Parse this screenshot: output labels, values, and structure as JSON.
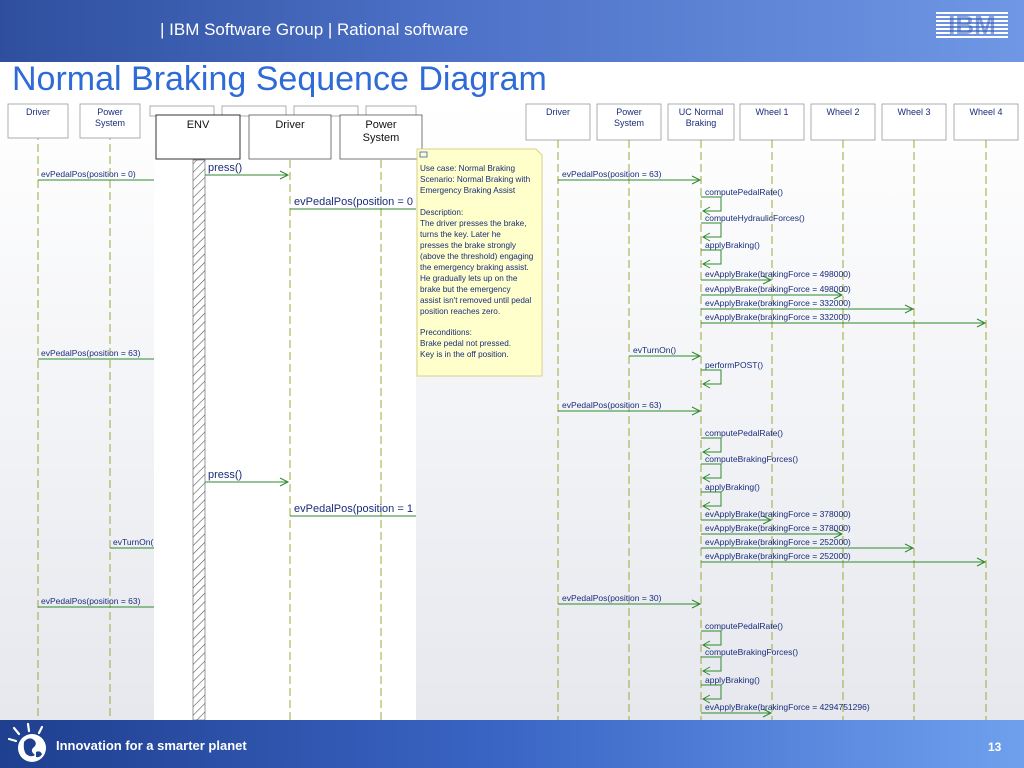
{
  "header": {
    "title": "| IBM Software Group | Rational software",
    "logo_text": "IBM"
  },
  "slide_title": "Normal Braking Sequence Diagram",
  "footer": {
    "tagline": "Innovation for a smarter planet",
    "page_number": "13"
  },
  "colors": {
    "header": "#3a5fb8",
    "title": "#2e6bd6",
    "message_arrow": "#2d8a2d",
    "lifeline": "#9aa83a",
    "note_fill": "#ffffcc"
  },
  "left_panel": {
    "lifelines": [
      "Driver",
      "Power System"
    ],
    "messages": [
      {
        "label": "evPedalPos(position = 0)"
      },
      {
        "label": "evPedalPos(position = 63)"
      },
      {
        "label": "evTurnOn("
      },
      {
        "label": "evPedalPos(position = 63)"
      }
    ]
  },
  "middle_panel": {
    "lifelines": [
      "ENV",
      "Driver",
      "Power System"
    ],
    "messages": [
      {
        "label": "press()"
      },
      {
        "label": "evPedalPos(position = 0"
      },
      {
        "label": "press()"
      },
      {
        "label": "evPedalPos(position = 1"
      }
    ]
  },
  "note": {
    "lines": [
      "Use case: Normal Braking",
      "Scenario: Normal Braking with",
      "Emergency Braking Assist",
      "",
      "Description:",
      "The driver presses the brake,",
      "turns the key. Later he",
      "presses the brake strongly",
      "(above the threshold) engaging",
      "the emergency braking assist.",
      "He gradually lets up on the",
      "brake but the emergency",
      "assist isn't removed until pedal",
      "position reaches zero.",
      "",
      "Preconditions:",
      "Brake pedal not pressed.",
      "Key is in the off position."
    ]
  },
  "right_panel": {
    "lifelines": [
      "Driver",
      "Power System",
      "UC Normal Braking",
      "Wheel 1",
      "Wheel 2",
      "Wheel 3",
      "Wheel 4"
    ],
    "messages": [
      {
        "label": "evPedalPos(position = 63)"
      },
      {
        "label": "computePedalRate()"
      },
      {
        "label": "computeHydraulicForces()"
      },
      {
        "label": "applyBraking()"
      },
      {
        "label": "evApplyBrake(brakingForce = 498000)"
      },
      {
        "label": "evApplyBrake(brakingForce = 498000)"
      },
      {
        "label": "evApplyBrake(brakingForce = 332000)"
      },
      {
        "label": "evApplyBrake(brakingForce = 332000)"
      },
      {
        "label": "evTurnOn()"
      },
      {
        "label": "performPOST()"
      },
      {
        "label": "evPedalPos(position = 63)"
      },
      {
        "label": "computePedalRate()"
      },
      {
        "label": "computeBrakingForces()"
      },
      {
        "label": "applyBraking()"
      },
      {
        "label": "evApplyBrake(brakingForce = 378000)"
      },
      {
        "label": "evApplyBrake(brakingForce = 378000)"
      },
      {
        "label": "evApplyBrake(brakingForce = 252000)"
      },
      {
        "label": "evApplyBrake(brakingForce = 252000)"
      },
      {
        "label": "evPedalPos(position = 30)"
      },
      {
        "label": "computePedalRate()"
      },
      {
        "label": "computeBrakingForces()"
      },
      {
        "label": "applyBraking()"
      },
      {
        "label": "evApplyBrake(brakingForce = 4294751296)"
      }
    ]
  }
}
